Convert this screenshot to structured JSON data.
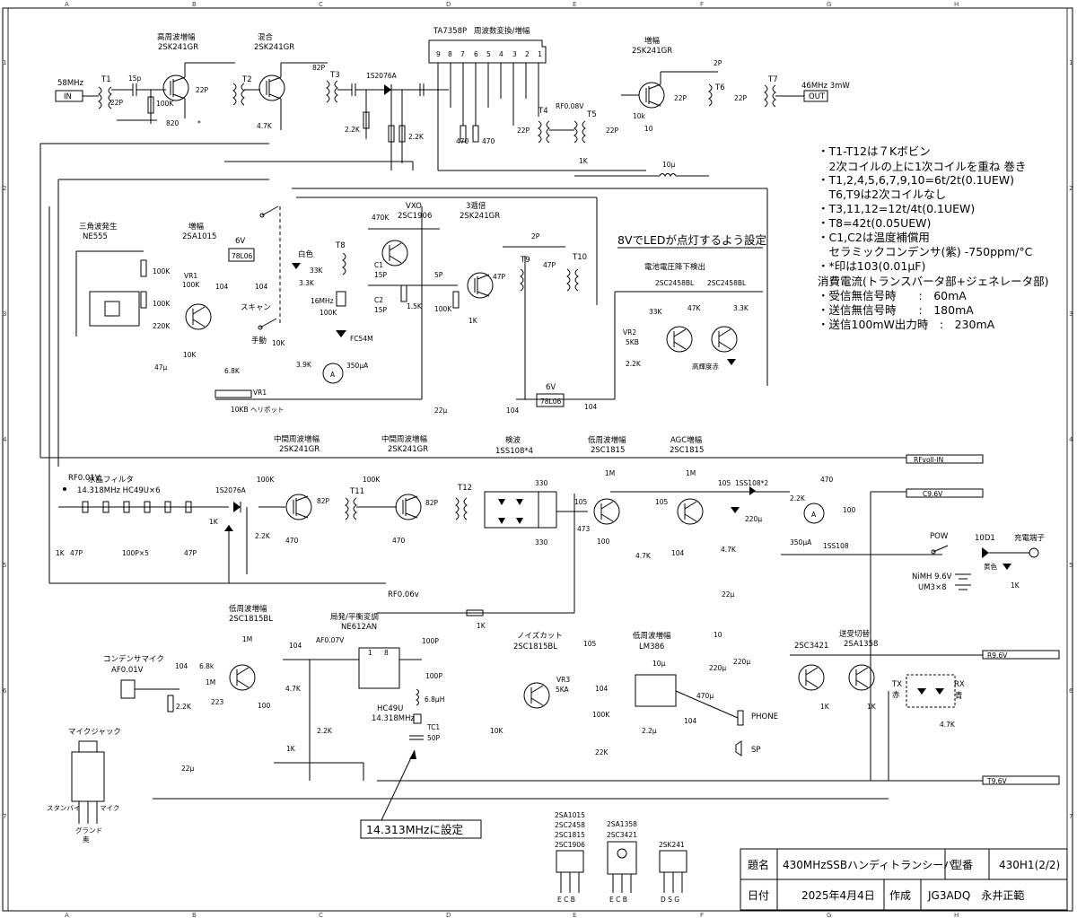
{
  "frame": {
    "columns": [
      "A",
      "B",
      "C",
      "D",
      "E",
      "F",
      "G",
      "H"
    ],
    "rows": [
      "1",
      "2",
      "3",
      "4",
      "5",
      "6",
      "7"
    ]
  },
  "title_block": {
    "title_label": "題名",
    "title": "430MHzSSBハンディトランシーバ",
    "model_label": "型番",
    "model": "430H1(2/2)",
    "date_label": "日付",
    "date": "2025年4月4日",
    "author_label": "作成",
    "author": "JG3ADQ　永井正範"
  },
  "notes": [
    "・T1-T12は７Kボビン",
    "　2次コイルの上に1次コイルを重ね 巻き",
    "・T1,2,4,5,6,7,9,10=6t/2t(0.1UEW)",
    "　T6,T9は2次コイルなし",
    "・T3,11,12=12t/4t(0.1UEW)",
    "・T8=42t(0.05UEW)",
    "・C1,C2は温度補償用",
    "　セラミックコンデンサ(紫) -750ppm/°C",
    "・*印は103(0.01μF)",
    "消費電流(トランスバータ部+ジェネレータ部)",
    "・受信無信号時　　:　60mA",
    "・送信無信号時　　:　180mA",
    "・送信100mW出力時　:　230mA"
  ],
  "blocks": {
    "rf_amp": [
      "高周波増幅",
      "2SK241GR"
    ],
    "mixer": [
      "混合",
      "2SK241GR"
    ],
    "converter": [
      "TA7358P",
      "周波数変換/増幅"
    ],
    "amp_top": [
      "増幅",
      "2SK241GR"
    ],
    "triangle": [
      "三角波発生",
      "NE555"
    ],
    "amp_mid": [
      "増幅",
      "2SA1015"
    ],
    "vxo": [
      "VXO",
      "2SC1906"
    ],
    "tripler": [
      "3逓倍",
      "2SK241GR"
    ],
    "battery": [
      "電池電圧降下検出",
      "2SC2458BL",
      "2SC2458BL"
    ],
    "if1": [
      "中間周波増幅",
      "2SK241GR"
    ],
    "if2": [
      "中間周波増幅",
      "2SK241GR"
    ],
    "detect": [
      "検波",
      "1SS108*4"
    ],
    "lf_amp": [
      "低周波増幅",
      "2SC1815"
    ],
    "agc": [
      "AGC増幅",
      "2SC1815"
    ],
    "mic_amp": [
      "低周波増幅",
      "2SC1815BL"
    ],
    "bal_mod": [
      "局発/平衡変調",
      "NE612AN"
    ],
    "noise": [
      "ノイズカット",
      "2SC1815BL"
    ],
    "audio": [
      "低周波増幅",
      "LM386"
    ],
    "txrx": [
      "送受切替",
      "2SC3421",
      "2SA1358"
    ]
  },
  "labels": {
    "in_freq": "58MHz",
    "in_port": "IN",
    "out_freq": "46MHz  3mW",
    "out_port": "OUT",
    "led_setting": "8VでLEDが点灯するよう設定",
    "led_high": "高輝度赤",
    "led_white": "白色",
    "crystal_filter": [
      "水晶フィルタ",
      "14.318MHz HC49U×6"
    ],
    "scan": "スキャン",
    "manual": "手動",
    "helipot": "10KB ヘリポット",
    "vr1": "VR1",
    "vr2": "VR2",
    "vr3": "VR3",
    "meter": "350μA",
    "meter2": "350μA",
    "reg1": "78L06",
    "reg2": "78L06",
    "six_v": "6V",
    "t16mhz": "16MHz",
    "fc54m": "FC54M",
    "rf008": "RF0.08V",
    "rf001": "RF0.01V",
    "rf006": "RF0.06v",
    "af007": "AF0.07V",
    "mic_label": "コンデンサマイク",
    "mic_level": "AF0.01V",
    "mic_jack": "マイクジャック",
    "mic_jack_pins": [
      "スタンバイ",
      "マイク",
      "グランド",
      "奥"
    ],
    "crystal_hc49u": [
      "HC49U",
      "14.318MHz"
    ],
    "tc1": [
      "TC1",
      "50P"
    ],
    "setting_note": "14.313MHzに設定",
    "phone": "PHONE",
    "sp": "SP",
    "pow": "POW",
    "diode_10d1": "10D1",
    "charge": "充電端子",
    "yellow": "黄色",
    "nimh": [
      "NiMH 9.6V",
      "UM3×8"
    ],
    "tx_red": [
      "TX",
      "赤"
    ],
    "rx_blue": [
      "RX",
      "青"
    ],
    "tl_rf": "RFvoll-IN",
    "tl_c96": "C9.6V",
    "tl_r96": "R9.6V",
    "tl_t96": "T9.6V",
    "ss108_2": "1SS108*2",
    "ss108": "1SS108",
    "s2076a": "1S2076A"
  },
  "pinouts": [
    {
      "parts": [
        "2SA1015",
        "2SC2458",
        "2SC1815",
        "2SC1906"
      ],
      "pins": "E C B"
    },
    {
      "parts": [
        "2SA1358",
        "2SC3421"
      ],
      "pins": "E C B"
    },
    {
      "parts": [
        "2SK241"
      ],
      "pins": "D S G"
    }
  ]
}
